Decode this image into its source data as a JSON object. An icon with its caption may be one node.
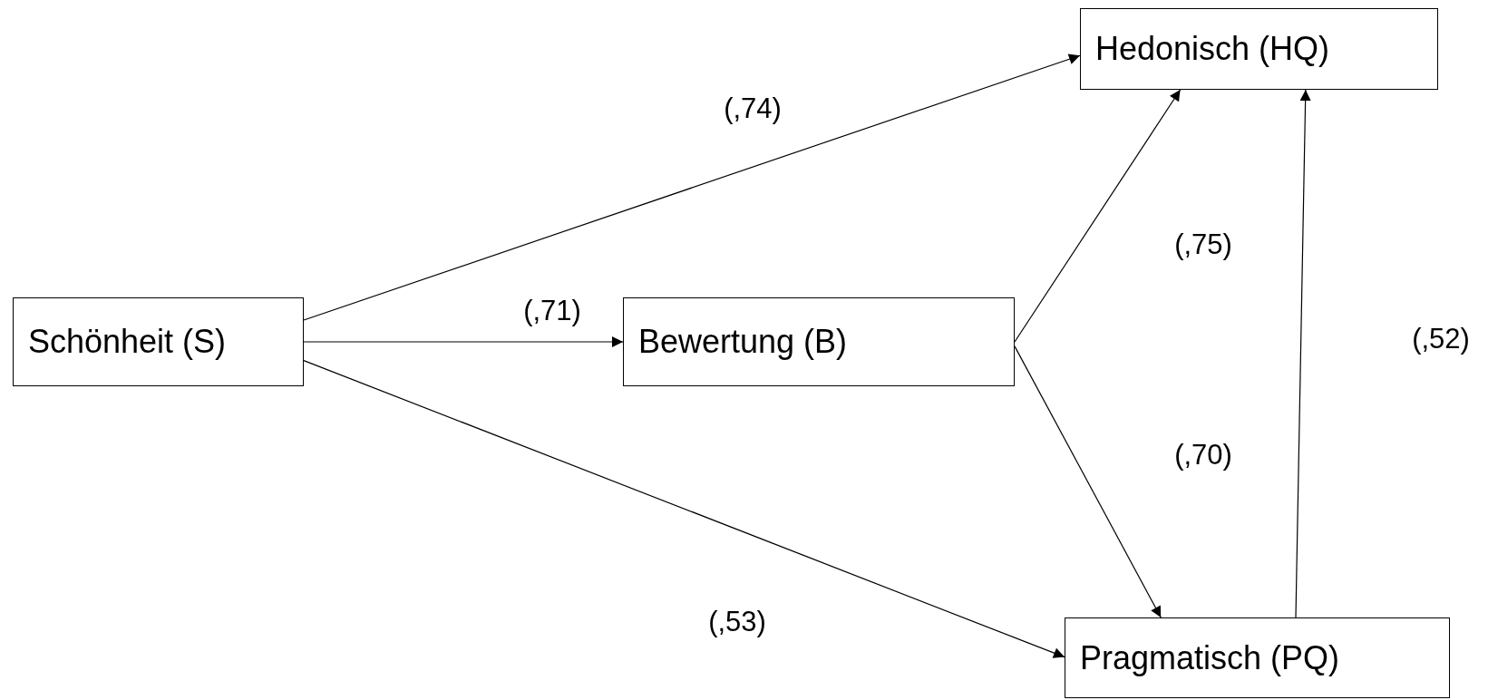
{
  "diagram": {
    "nodes": [
      {
        "text": [
          "Schönheit (S)"
        ]
      },
      {
        "text": [
          "Bewertung (B)"
        ]
      },
      {
        "text": [
          "Hedonisch (HQ)"
        ]
      },
      {
        "text": [
          "Pragmatisch (PQ)"
        ]
      }
    ],
    "edges": [
      {
        "from": 0,
        "to": 2,
        "arrow": "to",
        "label": "(,74)"
      },
      {
        "from": 0,
        "to": 1,
        "arrow": "to",
        "label": "(,71)"
      },
      {
        "from": 0,
        "to": 3,
        "arrow": "to",
        "label": "(,53)"
      },
      {
        "from": 1,
        "to": 2,
        "arrow": "to",
        "label": "(,75)"
      },
      {
        "from": 1,
        "to": 3,
        "arrow": "to",
        "label": "(,70)"
      },
      {
        "from": 3,
        "to": 2,
        "arrow": "to",
        "label": "(,52)"
      }
    ]
  }
}
